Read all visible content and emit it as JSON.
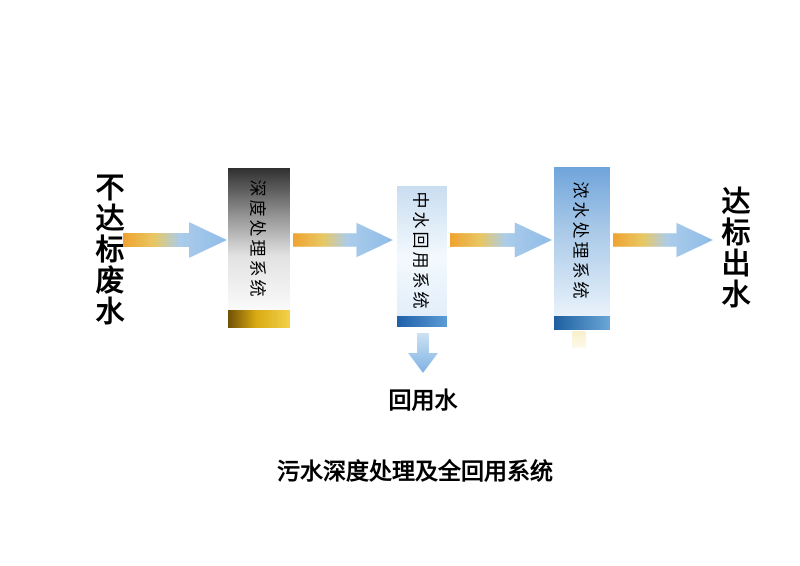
{
  "title": "污水深度处理及全回用系统",
  "labels": {
    "input": "不达标废水",
    "output": "达标出水",
    "reuse_output": "回用水"
  },
  "boxes": [
    {
      "label": "深度处理系统"
    },
    {
      "label": "中水回用系统"
    },
    {
      "label": "浓水处理系统"
    }
  ],
  "icons": {
    "flow_arrow": "right-arrow",
    "reuse_arrow": "down-arrow"
  },
  "colors": {
    "background": "#FFFFFF",
    "text": "#000000",
    "arrow_gradient_start": "#EFA32F",
    "arrow_gradient_end": "#8FBCE8",
    "box1_body_top": "#2F2F2F",
    "box1_bottom_bar": "#D8A912",
    "box2_body_top": "#C9DDF0",
    "box2_bottom_bar": "#2F74B8",
    "box3_body_top": "#6FA4DB",
    "box3_bottom_bar": "#1D5FA0",
    "down_arrow": "#7FB2E3"
  }
}
